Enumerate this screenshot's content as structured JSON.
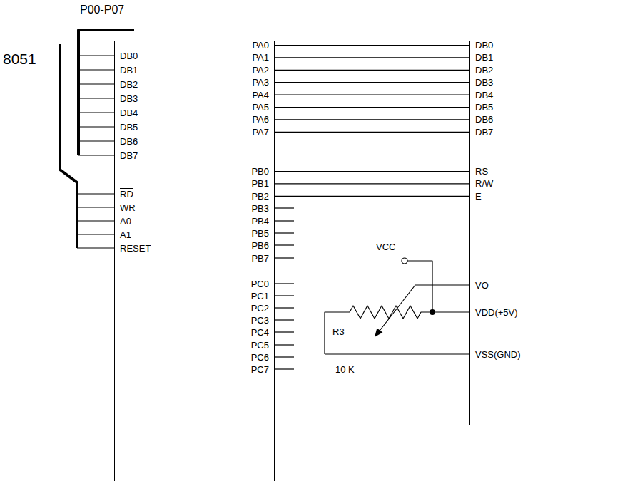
{
  "diagram": {
    "nodes": [
      {
        "text": [
          "DB0",
          "DB1",
          "DB2",
          "DB3",
          "DB4",
          "DB5",
          "DB6",
          "DB7",
          "RD",
          "WR",
          "A0",
          "A1",
          "RESET",
          "PA0",
          "PA1",
          "PA2",
          "PA3",
          "PA4",
          "PA5",
          "PA6",
          "PA7",
          "PB0",
          "PB1",
          "PB2",
          "PB3",
          "PB4",
          "PB5",
          "PB6",
          "PB7",
          "PC0",
          "PC1",
          "PC2",
          "PC3",
          "PC4",
          "PC5",
          "PC6",
          "PC7"
        ]
      },
      {
        "text": [
          "DB0",
          "DB1",
          "DB2",
          "DB3",
          "DB4",
          "DB5",
          "DB6",
          "DB7",
          "RS",
          "R/W",
          "E",
          "VO",
          "VDD(+5V)",
          "VSS(GND)"
        ]
      }
    ],
    "edges": [
      {
        "from": 0,
        "to": 1,
        "arrow": "none"
      },
      {
        "from": 0,
        "to": 1,
        "arrow": "none"
      },
      {
        "from": 0,
        "to": 1,
        "arrow": "none"
      },
      {
        "from": 0,
        "to": 1,
        "arrow": "none"
      },
      {
        "from": 0,
        "to": 1,
        "arrow": "none"
      },
      {
        "from": 0,
        "to": 1,
        "arrow": "none"
      },
      {
        "from": 0,
        "to": 1,
        "arrow": "none"
      },
      {
        "from": 0,
        "to": 1,
        "arrow": "none"
      },
      {
        "from": 0,
        "to": 1,
        "arrow": "none"
      },
      {
        "from": 0,
        "to": 1,
        "arrow": "none"
      },
      {
        "from": 0,
        "to": 1,
        "arrow": "none"
      }
    ],
    "labels": [
      "P00-P07",
      "8051",
      "VCC",
      "R3",
      "10 K"
    ]
  }
}
